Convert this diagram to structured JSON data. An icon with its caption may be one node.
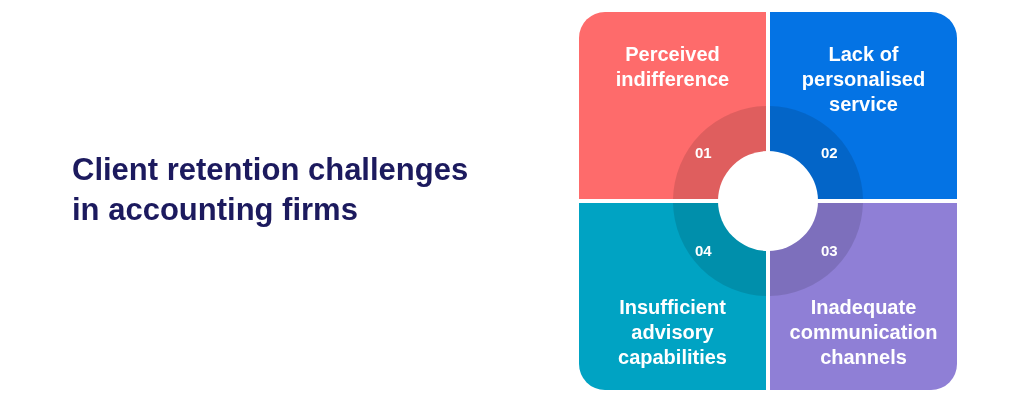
{
  "diagram": {
    "title": "Client retention challenges in accounting firms",
    "nodes": [
      {
        "text": [
          "Perceived indifference",
          "01"
        ]
      },
      {
        "text": [
          "Lack of personalised service",
          "02"
        ]
      },
      {
        "text": [
          "03",
          "Inadequate communication channels"
        ]
      },
      {
        "text": [
          "04",
          "Insufficient advisory capabilities"
        ]
      },
      {
        "text": [],
        "shape": "circle"
      }
    ]
  }
}
